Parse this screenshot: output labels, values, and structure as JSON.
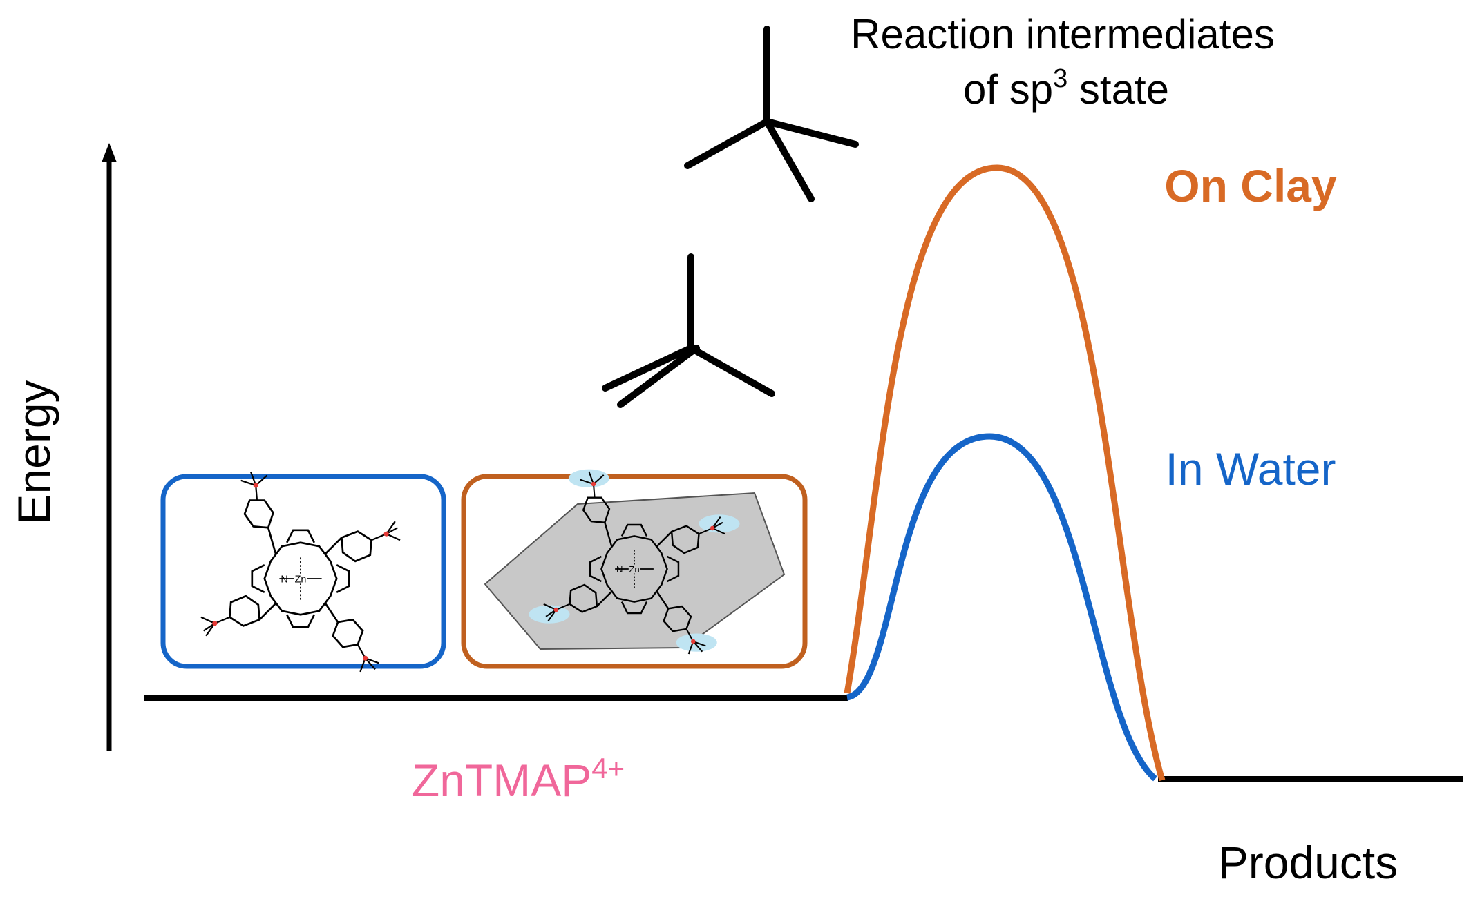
{
  "labels": {
    "energy_axis": "Energy",
    "intermediates_line1": "Reaction intermediates",
    "intermediates_line2_prefix": "of sp",
    "intermediates_superscript": "3",
    "intermediates_line2_suffix": " state",
    "on_clay": "On Clay",
    "in_water": "In Water",
    "reactant_main": "ZnTMAP",
    "reactant_superscript": "4+",
    "products": "Products"
  },
  "molecule_atoms": {
    "zinc": "Zn",
    "nitrogen": "N"
  },
  "colors": {
    "on_clay": "#d86a25",
    "in_water": "#1565c8",
    "reactant": "#f0679a",
    "clay_sheet": "#c8c8c8",
    "box_water": "#1565c8",
    "box_clay": "#c0601f",
    "axis": "#000000"
  }
}
